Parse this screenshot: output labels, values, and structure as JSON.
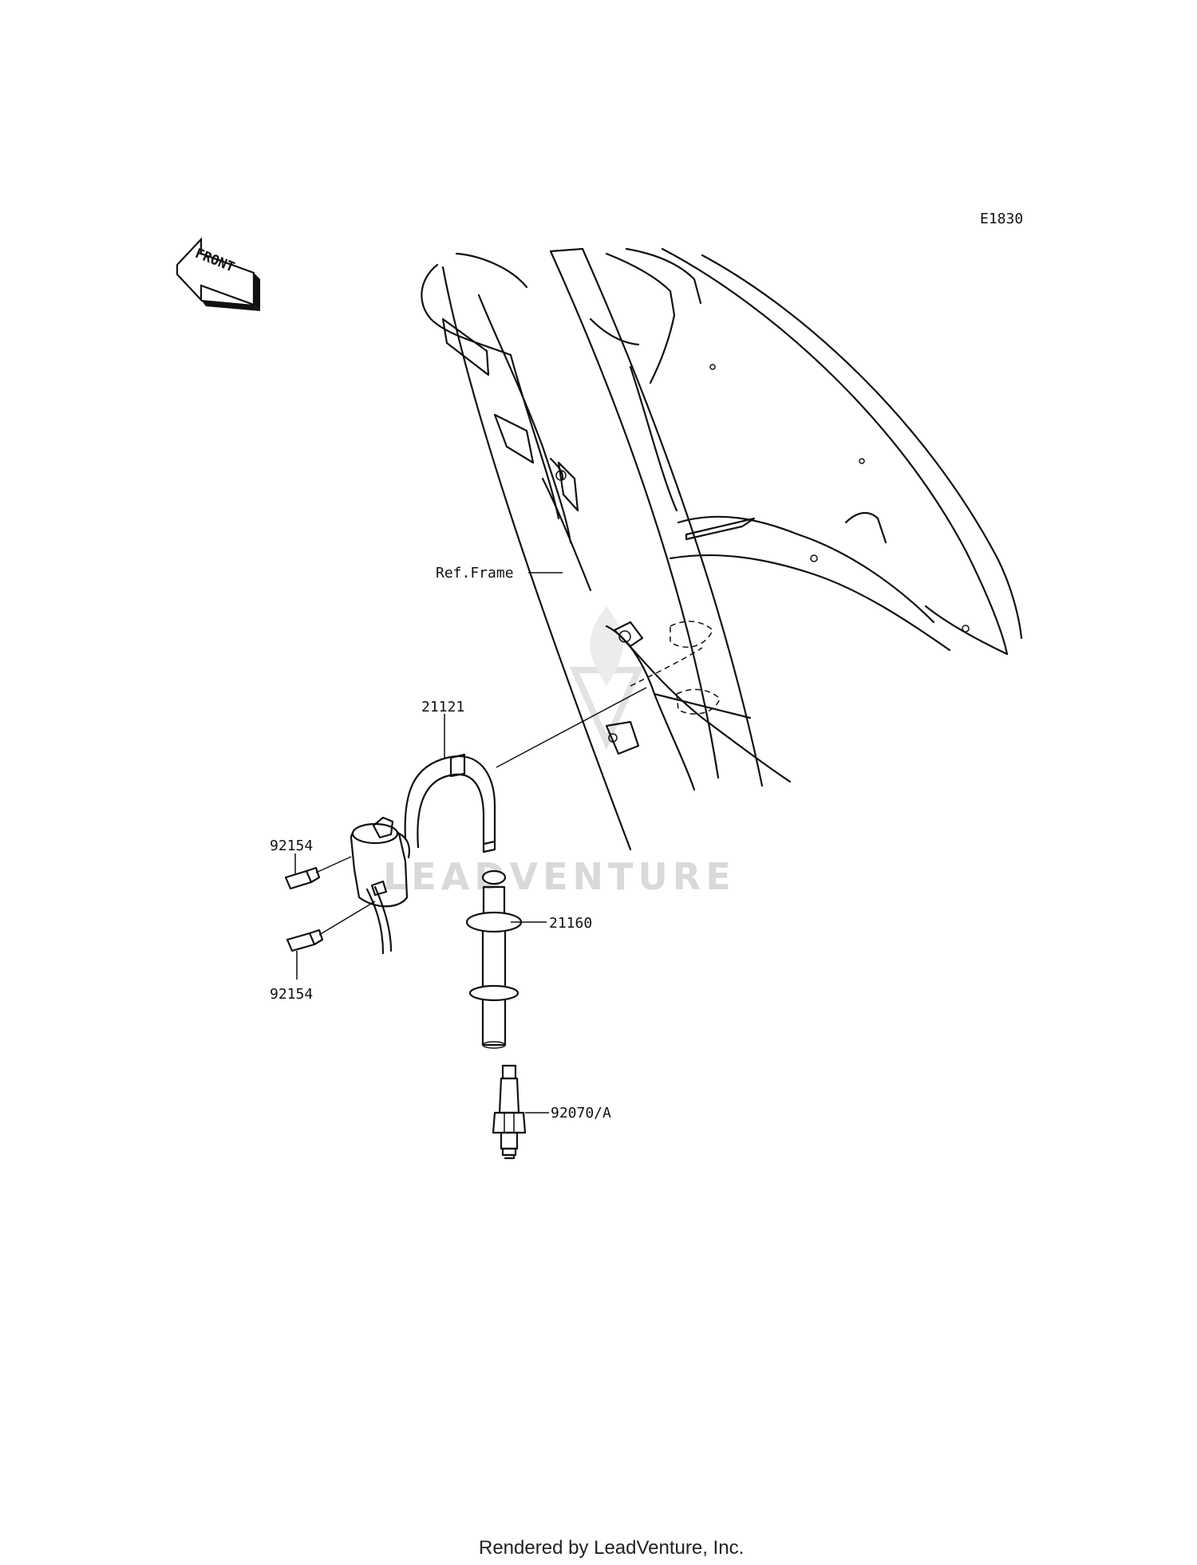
{
  "diagram": {
    "code": "E1830",
    "front_arrow_label": "FRONT",
    "watermark": "LEADVENTURE",
    "footer": "Rendered by LeadVenture, Inc.",
    "callouts": [
      {
        "id": "ref-frame",
        "label": "Ref.Frame"
      },
      {
        "id": "ignition-coil",
        "label": "21121"
      },
      {
        "id": "bolt-upper",
        "label": "92154"
      },
      {
        "id": "bolt-lower",
        "label": "92154"
      },
      {
        "id": "plug-cap",
        "label": "21160"
      },
      {
        "id": "spark-plug",
        "label": "92070/A"
      }
    ]
  }
}
